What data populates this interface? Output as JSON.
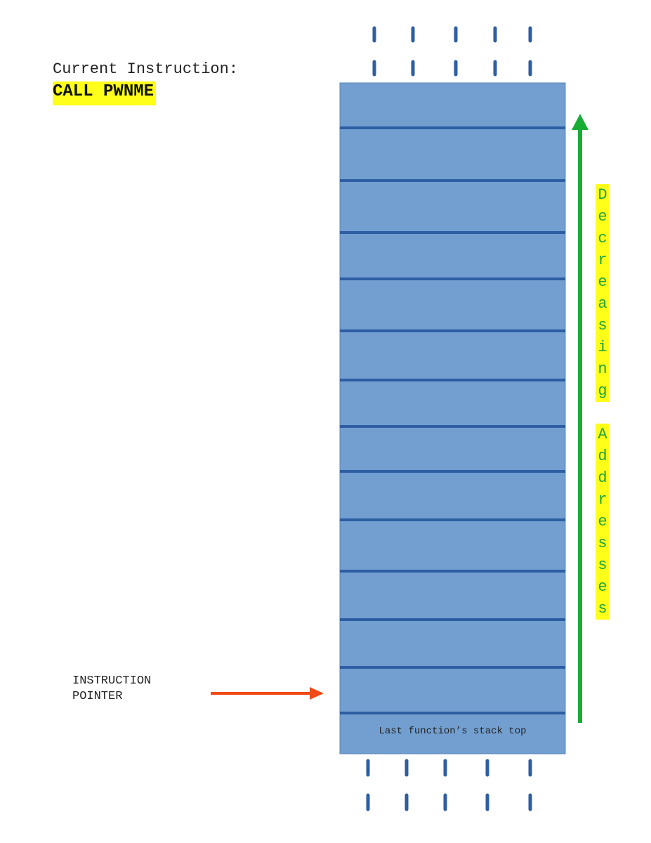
{
  "current_instruction": {
    "label": "Current Instruction:",
    "value": "CALL PWNME"
  },
  "stack": {
    "slot_count": 14,
    "bottom_slot_label": "Last function’s stack top",
    "fill_color": "#729fd0",
    "divider_color": "#2d5ea3",
    "ellipsis_color": "#2d5ea3"
  },
  "instruction_pointer": {
    "label": "INSTRUCTION\nPOINTER",
    "arrow_color": "#f04a16"
  },
  "address_direction": {
    "label": "Decreasing Addresses",
    "arrow_color": "#1aad35",
    "text_color": "#23a23a",
    "highlight_color": "#ffff1a"
  }
}
